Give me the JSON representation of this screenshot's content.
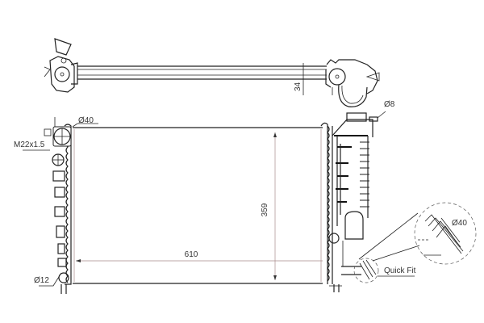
{
  "drawing": {
    "subject": "Radiator technical drawing",
    "labels": {
      "inlet_diameter": "Ø40",
      "thread": "M22x1.5",
      "drain_diameter": "Ø12",
      "width": "610",
      "height": "359",
      "tube_depth": "34",
      "bleed_diameter": "Ø8",
      "quick_fit": "Quick Fit",
      "quick_fit_diameter": "Ø40"
    },
    "colors": {
      "line": "#222222",
      "dimension_line": "#a98a8a",
      "background": "#ffffff"
    }
  }
}
